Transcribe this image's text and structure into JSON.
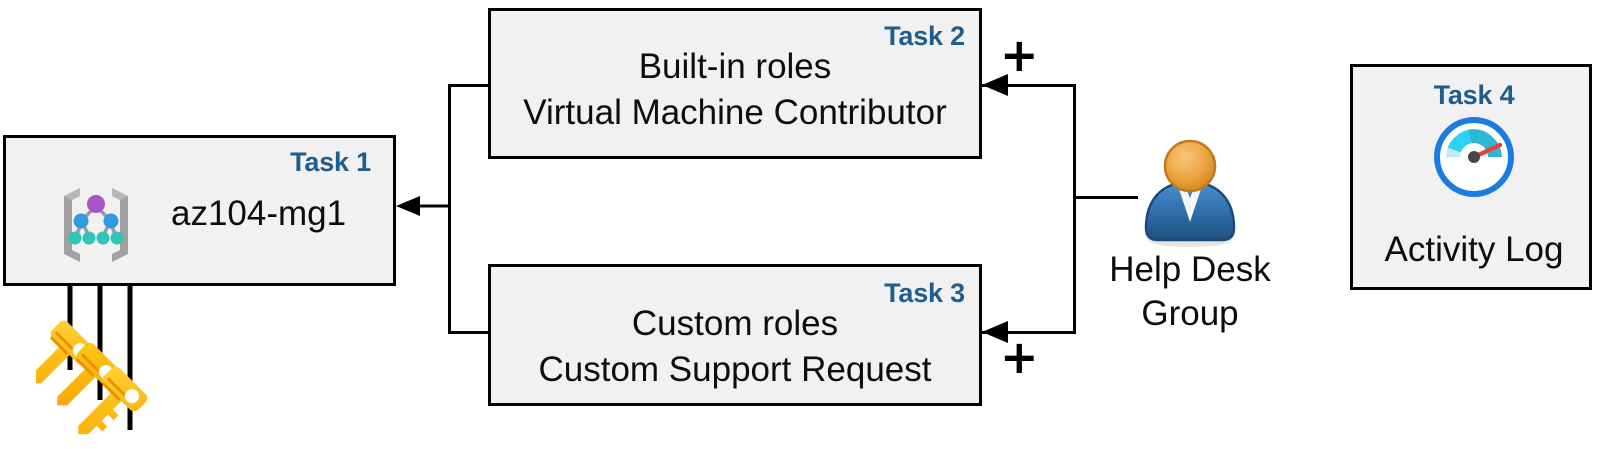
{
  "diagram": {
    "title": "Azure RBAC task diagram",
    "colors": {
      "task_label": "#1f5d8c",
      "box_fill": "#f1f1f1",
      "box_border": "#000000",
      "key_yellow": "#ffc40c",
      "person_head": "#e8a33d",
      "person_body": "#2b6cb0",
      "gauge_blue": "#1b7ce0",
      "gauge_needle": "#e8403a",
      "mg_purple": "#a855c8",
      "mg_blue": "#2f9be3",
      "mg_teal": "#2ec4b6",
      "mg_bracket": "#a0a0a0"
    },
    "nodes": [
      {
        "id": "task1",
        "task_label": "Task 1",
        "text_lines": [
          "az104-mg1"
        ],
        "icon": "management-group-icon"
      },
      {
        "id": "task2",
        "task_label": "Task 2",
        "text_lines": [
          "Built-in roles",
          "Virtual Machine Contributor"
        ],
        "icon": null
      },
      {
        "id": "task3",
        "task_label": "Task 3",
        "text_lines": [
          "Custom roles",
          "Custom Support Request"
        ],
        "icon": null
      },
      {
        "id": "task4",
        "task_label": "Task 4",
        "text_lines": [
          "Activity Log"
        ],
        "icon": "gauge-icon"
      }
    ],
    "actor": {
      "id": "help-desk-group",
      "caption_lines": [
        "Help Desk",
        "Group"
      ],
      "icon": "user-group-icon"
    },
    "keys": {
      "id": "role-assignment-keys",
      "icon": "keys-icon",
      "count": 3
    },
    "operators": {
      "plus_top": "+",
      "plus_bottom": "+"
    }
  }
}
